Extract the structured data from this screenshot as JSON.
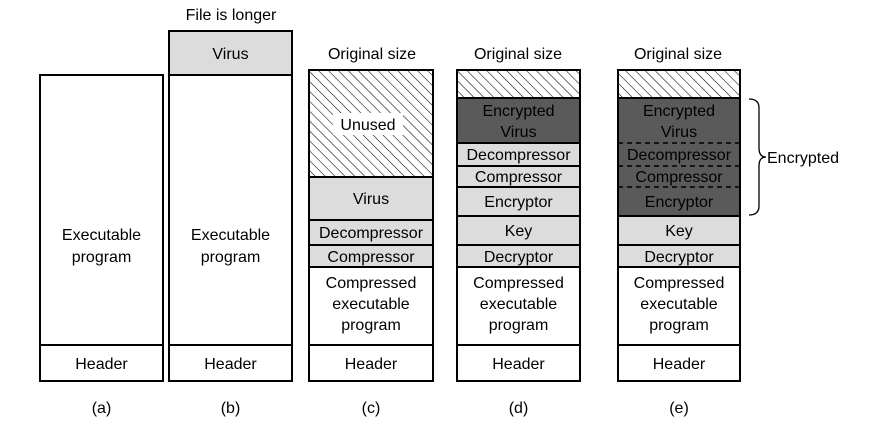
{
  "annotations": {
    "file_is_longer": "File is longer",
    "original_size": "Original size",
    "encrypted": "Encrypted"
  },
  "panels": {
    "a": {
      "caption": "(a)",
      "executable": [
        "Executable",
        "program"
      ],
      "header": "Header"
    },
    "b": {
      "caption": "(b)",
      "virus": "Virus",
      "executable": [
        "Executable",
        "program"
      ],
      "header": "Header"
    },
    "c": {
      "caption": "(c)",
      "unused": "Unused",
      "virus": "Virus",
      "decompressor": "Decompressor",
      "compressor": "Compressor",
      "compressed": [
        "Compressed",
        "executable",
        "program"
      ],
      "header": "Header"
    },
    "d": {
      "caption": "(d)",
      "encrypted_virus": [
        "Encrypted",
        "Virus"
      ],
      "decompressor": "Decompressor",
      "compressor": "Compressor",
      "encryptor": "Encryptor",
      "key": "Key",
      "decryptor": "Decryptor",
      "compressed": [
        "Compressed",
        "executable",
        "program"
      ],
      "header": "Header"
    },
    "e": {
      "caption": "(e)",
      "encrypted_virus": [
        "Encrypted",
        "Virus"
      ],
      "decompressor": "Decompressor",
      "compressor": "Compressor",
      "encryptor": "Encryptor",
      "key": "Key",
      "decryptor": "Decryptor",
      "compressed": [
        "Compressed",
        "executable",
        "program"
      ],
      "header": "Header"
    }
  }
}
